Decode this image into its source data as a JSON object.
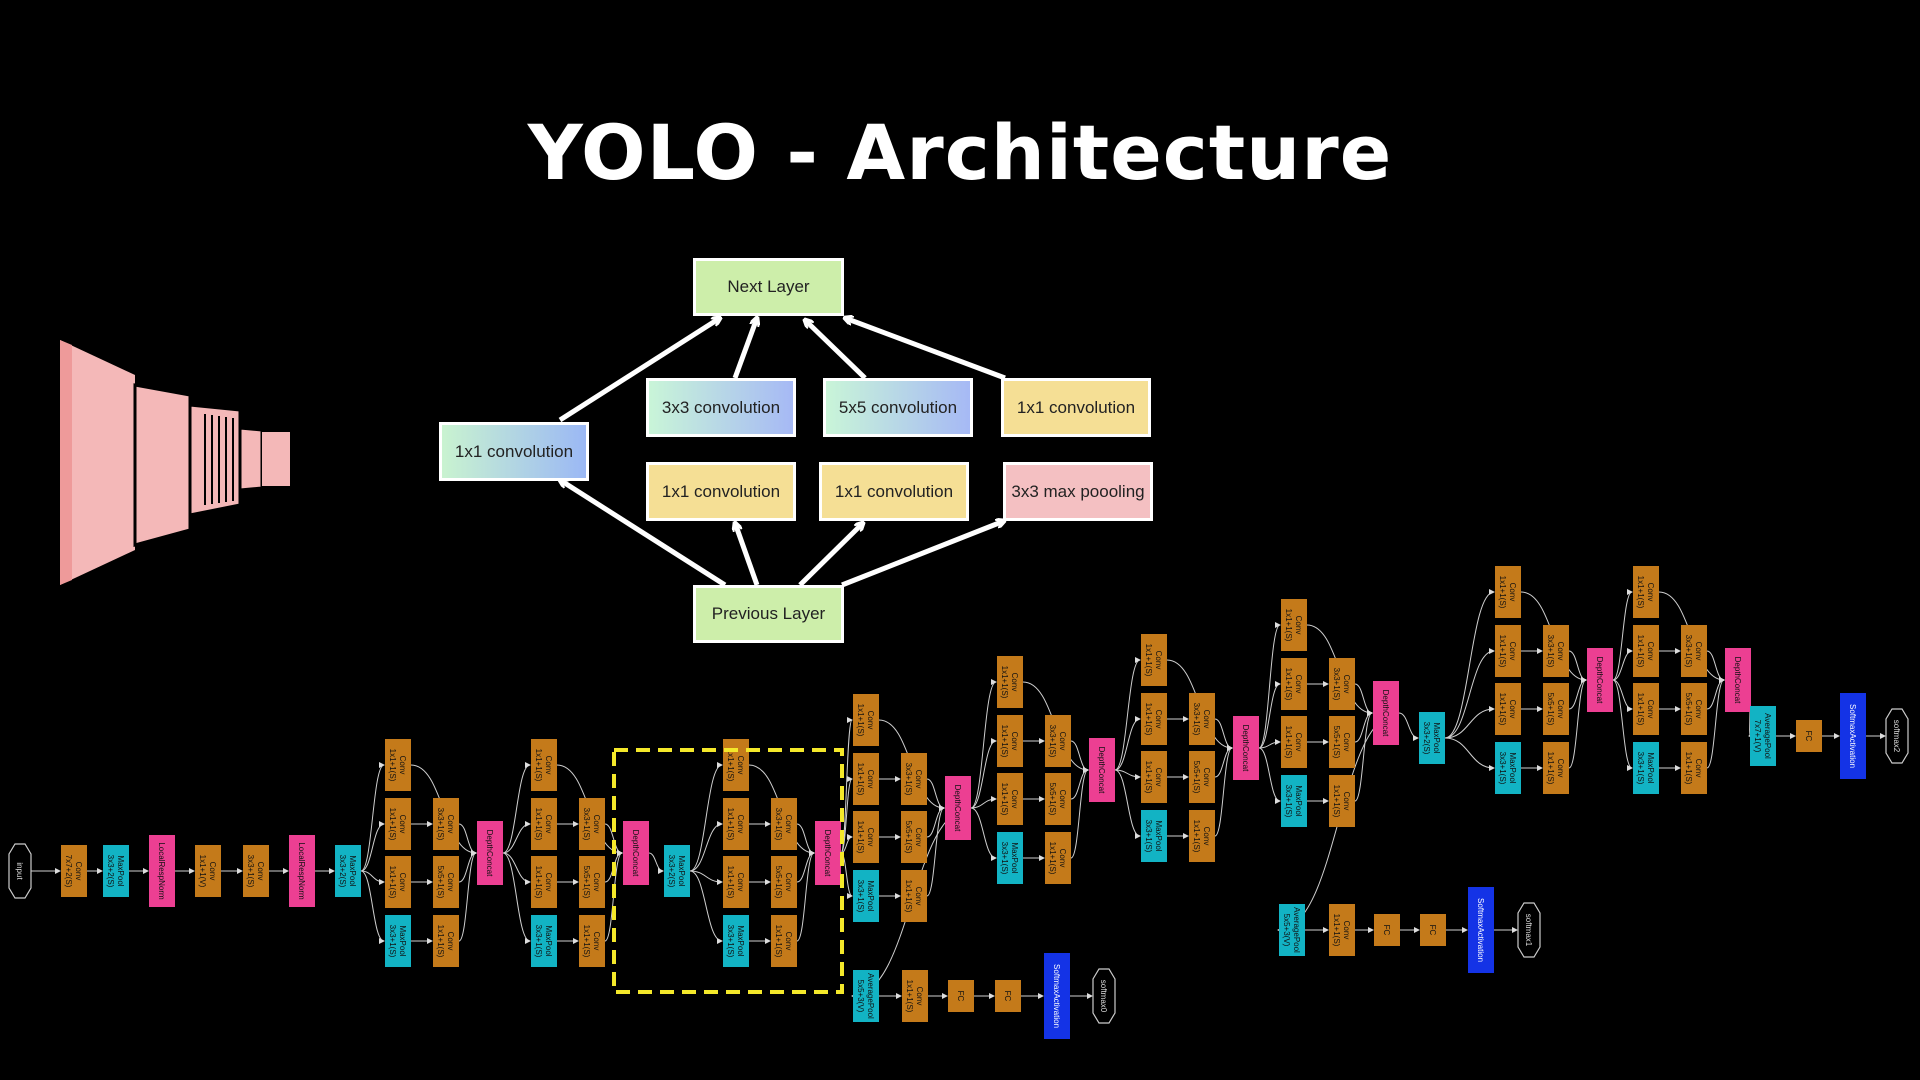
{
  "title": "YOLO - Architecture",
  "colors": {
    "background": "#000000",
    "conv": "#c47a1a",
    "maxpool": "#12b3c4",
    "norm": "#ec3f92",
    "concat": "#ec3f92",
    "softmax_act": "#1433e6",
    "cone": "#f4b8b8",
    "highlight": "#f4e82a"
  },
  "inception": {
    "next_layer": "Next Layer",
    "previous_layer": "Previous Layer",
    "left_conv": "1x1 convolution",
    "conv3x3": "3x3 convolution",
    "conv5x5": "5x5 convolution",
    "conv1x1_top": "1x1 convolution",
    "reduce3": "1x1 convolution",
    "reduce5": "1x1 convolution",
    "maxpool": "3x3 max poooling"
  },
  "network": {
    "input": "input",
    "stem": [
      [
        "Conv",
        "7x7+2(S)"
      ],
      [
        "MaxPool",
        "3x3+2(S)"
      ],
      [
        "LocalRespNorm",
        ""
      ],
      [
        "Conv",
        "1x1+1(V)"
      ],
      [
        "Conv",
        "3x3+1(S)"
      ],
      [
        "LocalRespNorm",
        ""
      ],
      [
        "MaxPool",
        "3x3+2(S)"
      ]
    ],
    "inception_blocks": {
      "top": [
        "Conv",
        "1x1+1(S)"
      ],
      "red3": [
        "Conv",
        "1x1+1(S)"
      ],
      "conv3": [
        "Conv",
        "3x3+1(S)"
      ],
      "red5": [
        "Conv",
        "1x1+1(S)"
      ],
      "conv5": [
        "Conv",
        "5x5+1(S)"
      ],
      "pool": [
        "MaxPool",
        "3x3+1(S)"
      ],
      "poolproj": [
        "Conv",
        "1x1+1(S)"
      ],
      "concat": "DepthConcat"
    },
    "mid_maxpool": [
      "MaxPool",
      "3x3+2(S)"
    ],
    "aux": {
      "avgpool": [
        "AveragePool",
        "5x5+3(V)"
      ],
      "conv": [
        "Conv",
        "1x1+1(S)"
      ],
      "fc": "FC",
      "softmax_act": "SoftmaxActivation",
      "out0": "softmax0",
      "out1": "softmax1"
    },
    "head": {
      "avgpool": [
        "AveragePool",
        "7x7+1(V)"
      ],
      "fc": "FC",
      "softmax_act": "SoftmaxActivation",
      "out": "softmax2"
    }
  }
}
